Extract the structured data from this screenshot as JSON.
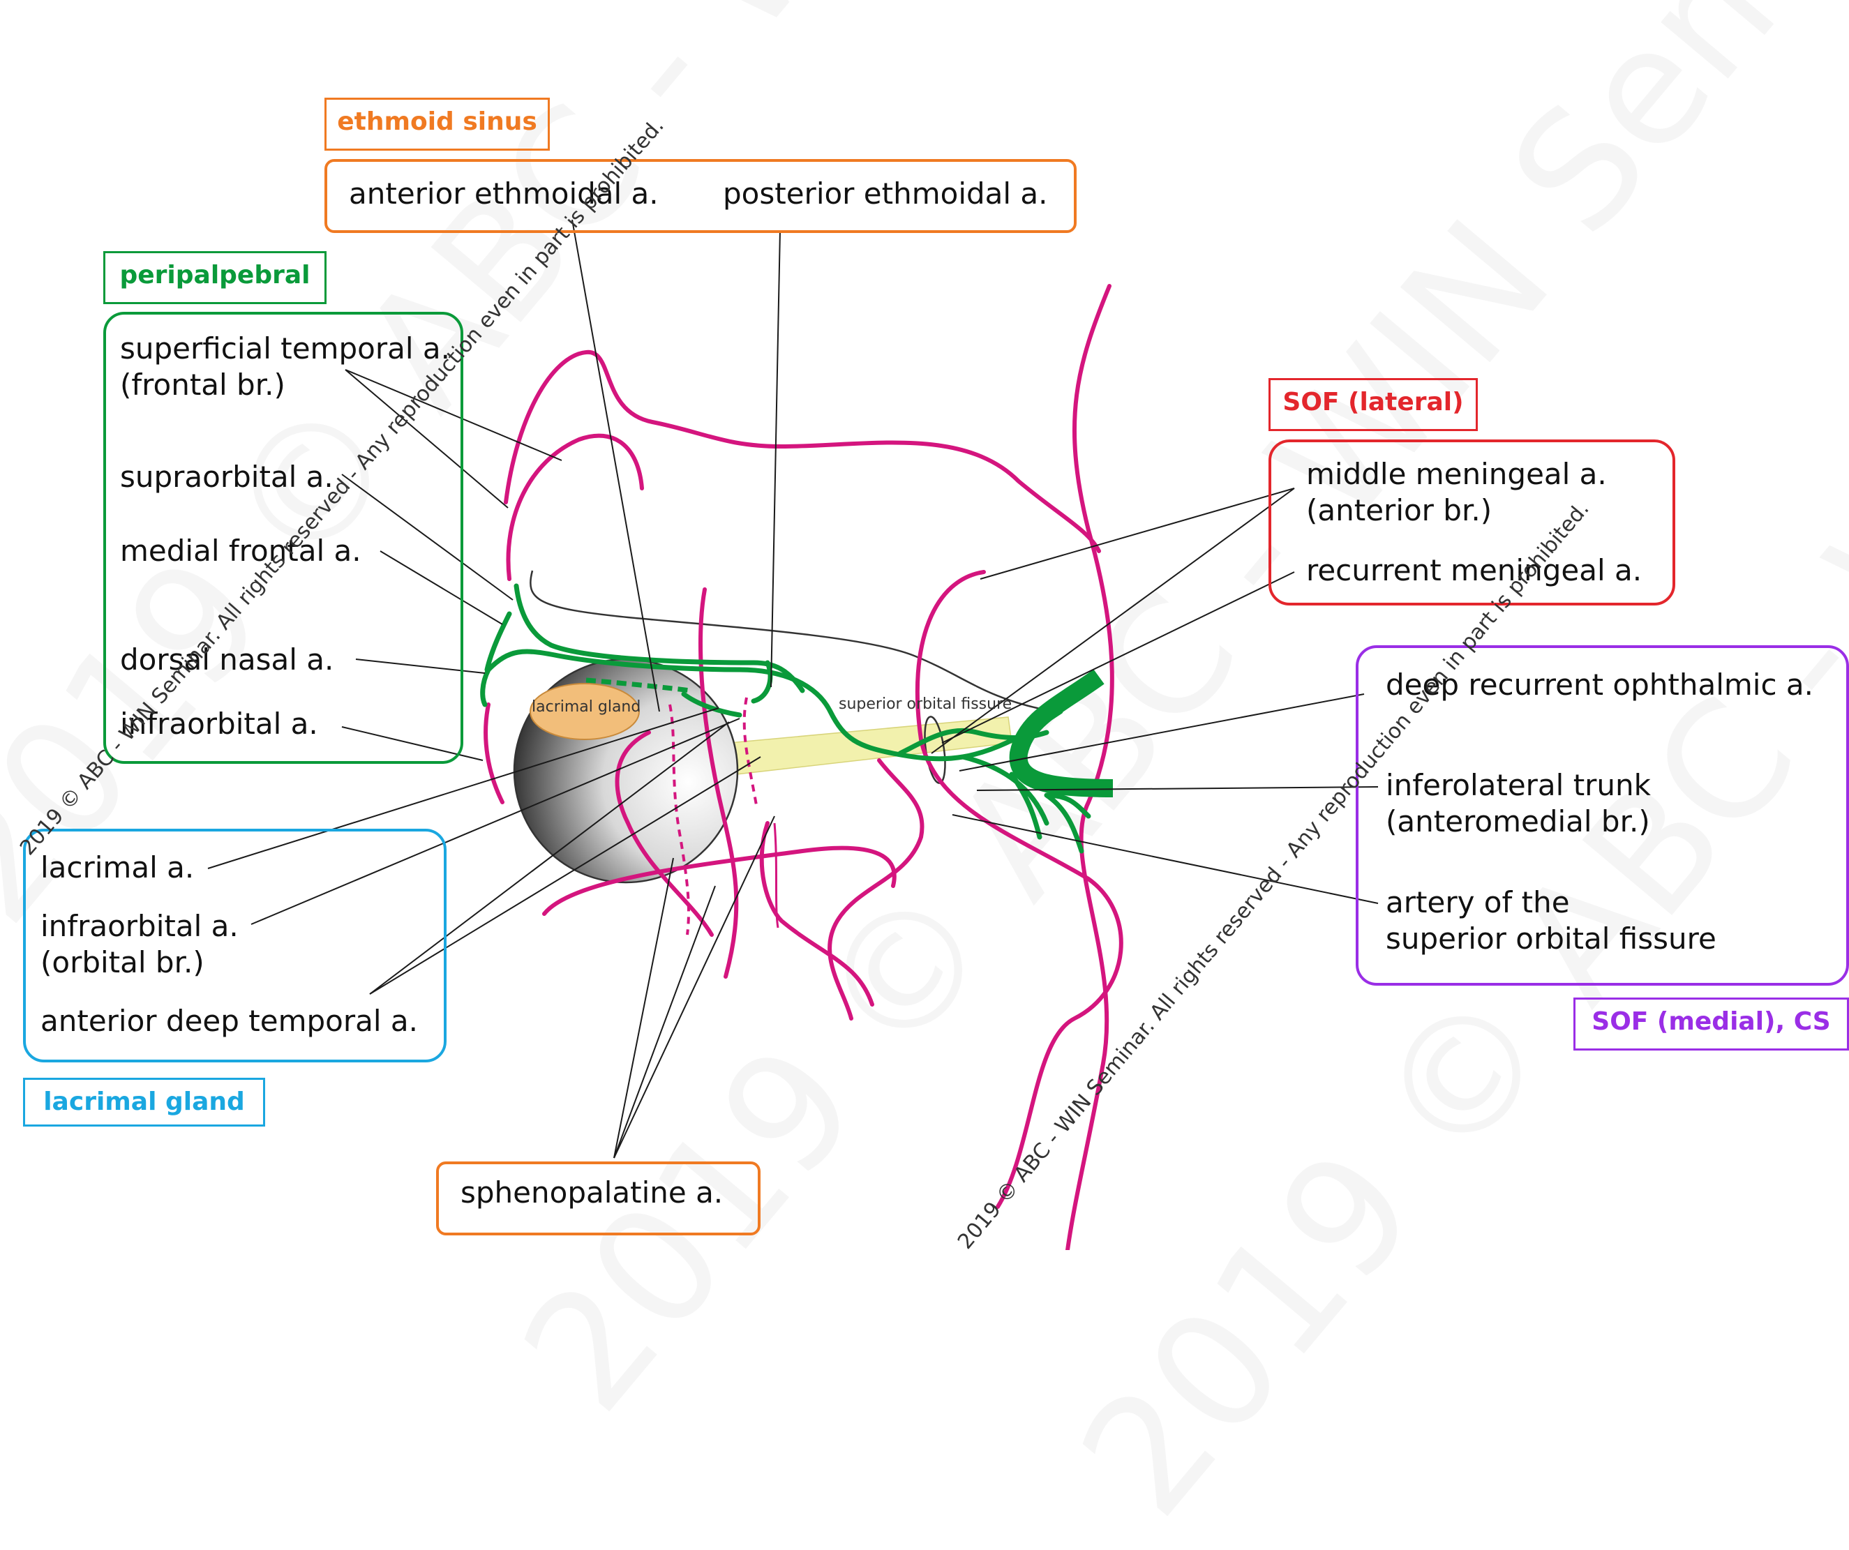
{
  "colors": {
    "green": "#0a9a3a",
    "orange": "#f07a22",
    "red": "#e3262c",
    "purple": "#9a2ee6",
    "blue": "#1aa7e0",
    "magenta": "#d4157e",
    "leader": "#1a1a1a"
  },
  "watermark": {
    "diagonal_1": "2019 © ABC - WIN Seminar.  All rights reserved - Any reproduction even in part is prohibited.",
    "diagonal_2": "2019 © ABC - WIN Seminar.  All rights reserved - Any reproduction even in part is prohibited.",
    "background_text": "2019 © ABC - WIN Seminar. All rights reserved - Any reproduction even in part is prohibited."
  },
  "groups": {
    "ethmoid": {
      "title": "ethmoid sinus",
      "labels": [
        "anterior ethmoidal a.",
        "posterior ethmoidal a."
      ]
    },
    "peripalpebral": {
      "title": "peripalpebral",
      "labels": [
        "superficial temporal a.",
        "(frontal br.)",
        "supraorbital a.",
        "medial frontal  a.",
        "dorsal nasal  a.",
        "infraorbital  a."
      ]
    },
    "sof_lateral": {
      "title": "SOF (lateral)",
      "labels": [
        "middle meningeal a.",
        "(anterior br.)",
        "recurrent meningeal a."
      ]
    },
    "sof_medial": {
      "title": "SOF (medial), CS",
      "labels": [
        "deep recurrent ophthalmic a.",
        "inferolateral trunk",
        "(anteromedial br.)",
        "artery of the",
        "superior orbital fissure"
      ]
    },
    "lacrimal": {
      "title": "lacrimal gland",
      "labels": [
        "lacrimal a.",
        "infraorbital a.",
        "(orbital br.)",
        "anterior deep temporal a."
      ]
    },
    "spheno": {
      "labels": [
        "sphenopalatine a."
      ]
    }
  },
  "structures": {
    "lacrimal_gland": "lacrimal gland",
    "superior_orbital_fissure": "superior orbital fissure"
  }
}
